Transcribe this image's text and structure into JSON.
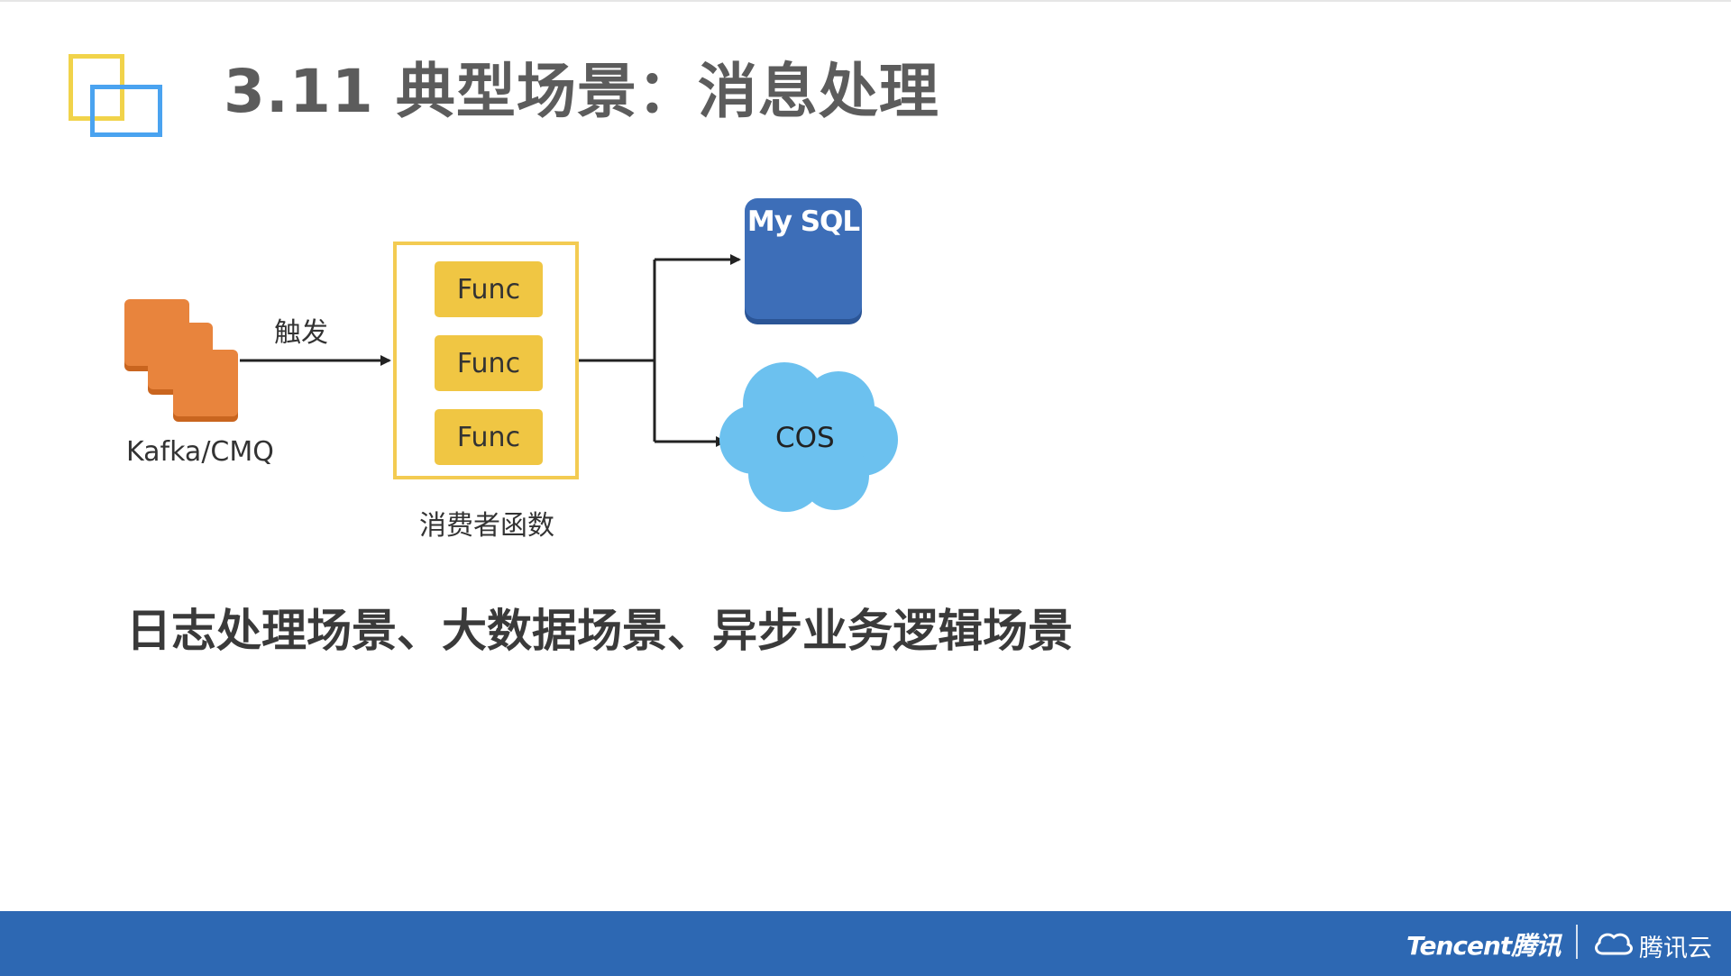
{
  "slide": {
    "title": "3.11 典型场景：消息处理",
    "summary": "日志处理场景、大数据场景、异步业务逻辑场景"
  },
  "diagram": {
    "source_label": "Kafka/CMQ",
    "trigger_label": "触发",
    "consumer_label": "消费者函数",
    "func_labels": [
      "Func",
      "Func",
      "Func"
    ],
    "mysql_label": "My SQL",
    "cos_label": "COS"
  },
  "footer": {
    "brand_tencent": "Tencent腾讯",
    "brand_cloud": "腾讯云"
  },
  "colors": {
    "footer": "#2d68b3",
    "func": "#f0c643",
    "consumer_border": "#f3cb52",
    "kafka": "#e8843d",
    "mysql": "#3d6eb8",
    "cos_cloud": "#6cc1ef"
  }
}
